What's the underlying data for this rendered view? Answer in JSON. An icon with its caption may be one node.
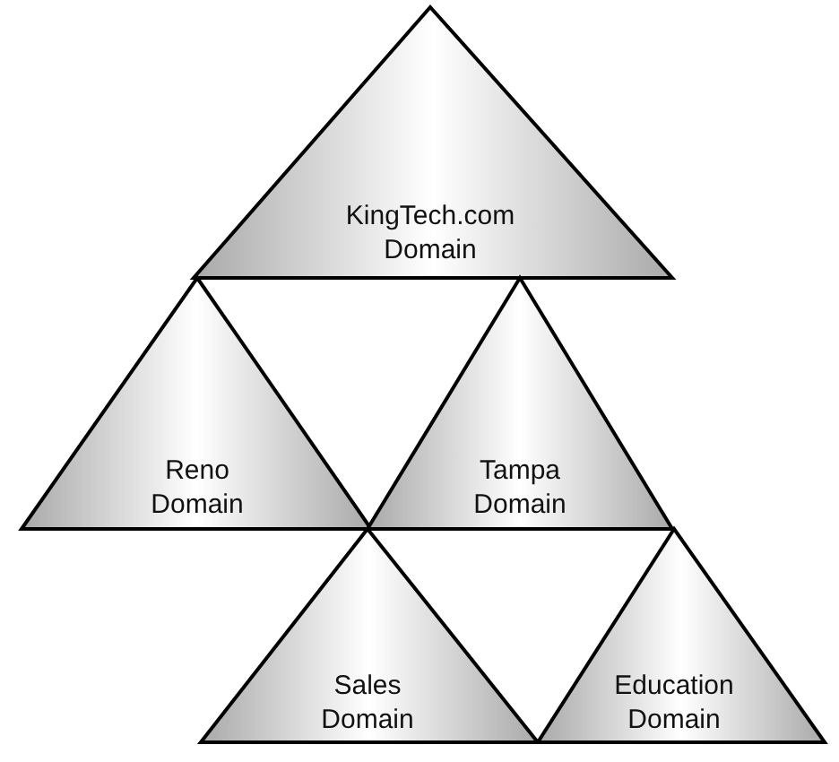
{
  "diagram": {
    "nodes": [
      {
        "text": [
          "KingTech.com Domain"
        ]
      },
      {
        "text": [
          "Reno Domain"
        ]
      },
      {
        "text": [
          "Tampa Domain"
        ]
      },
      {
        "text": [
          "Sales Domain"
        ]
      },
      {
        "text": [
          "Education Domain"
        ]
      }
    ]
  }
}
